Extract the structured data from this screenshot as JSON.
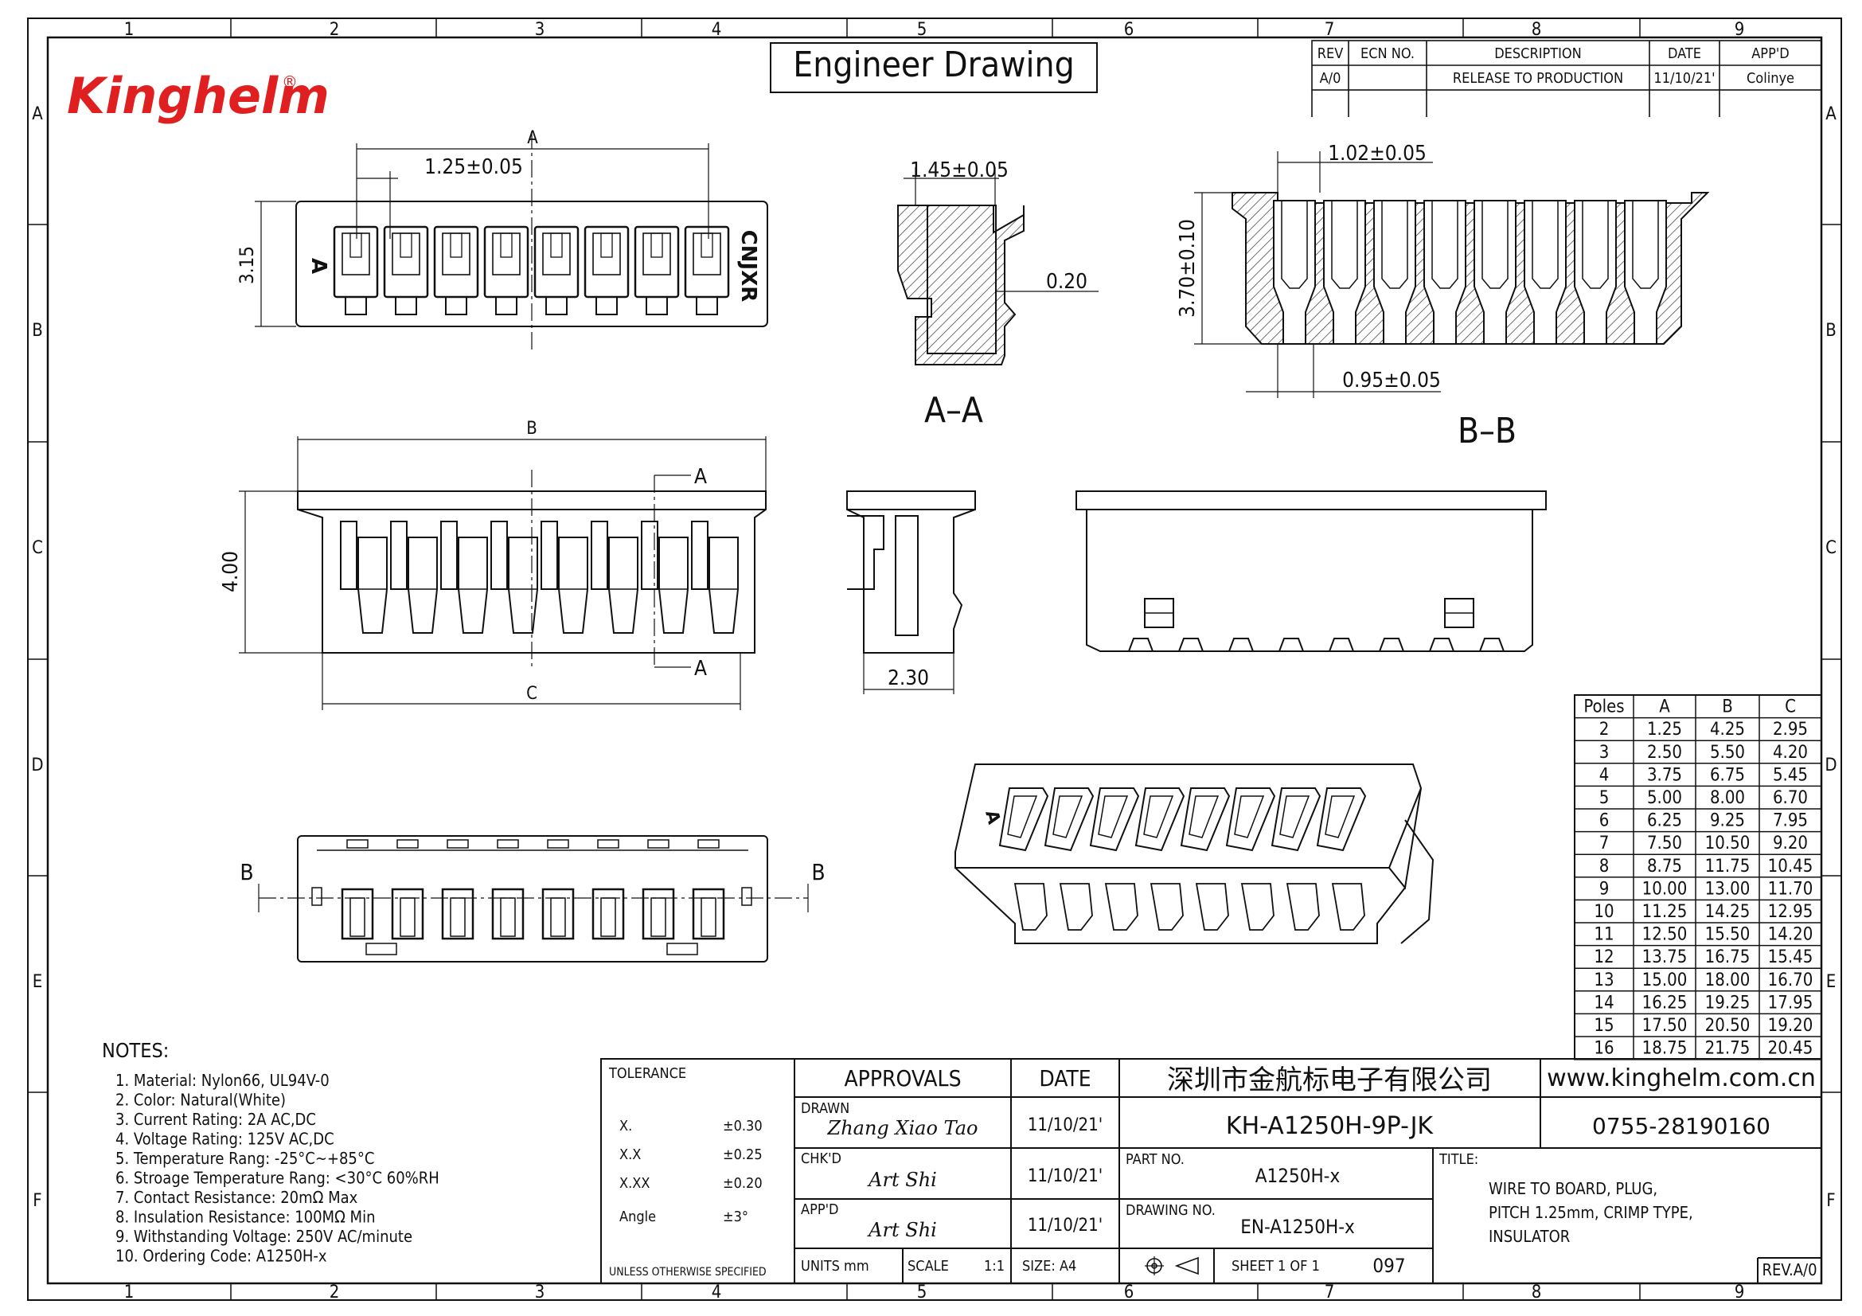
{
  "brand": {
    "logo": "Kinghelm",
    "registered": "®",
    "color": "#e02020"
  },
  "title_box": "Engineer Drawing",
  "frame": {
    "columns": [
      "1",
      "2",
      "3",
      "4",
      "5",
      "6",
      "7",
      "8",
      "9"
    ],
    "rows": [
      "A",
      "B",
      "C",
      "D",
      "E",
      "F"
    ]
  },
  "revision_block": {
    "headers": {
      "rev": "REV",
      "ecn": "ECN NO.",
      "description": "DESCRIPTION",
      "date": "DATE",
      "appd": "APP'D"
    },
    "row": {
      "rev": "A/0",
      "ecn": "",
      "description": "RELEASE TO PRODUCTION",
      "date": "11/10/21'",
      "appd": "Colinye"
    }
  },
  "dimensions": {
    "top_a": "A",
    "top_pitch": "1.25±0.05",
    "top_height": "3.15",
    "top_marking_left": "A",
    "top_marking_right": "CNJXR",
    "aa_width": "1.45±0.05",
    "aa_wall": "0.20",
    "aa_label": "A–A",
    "bb_pitch": "1.02±0.05",
    "bb_height": "3.70±0.10",
    "bb_bottom": "0.95±0.05",
    "bb_label": "B–B",
    "front_b": "B",
    "front_c": "C",
    "front_height": "4.00",
    "section_a_top": "A",
    "section_a_bottom": "A",
    "side_width": "2.30",
    "section_b_left": "B",
    "section_b_right": "B"
  },
  "pole_table": {
    "headers": [
      "Poles",
      "A",
      "B",
      "C"
    ],
    "rows": [
      [
        "2",
        "1.25",
        "4.25",
        "2.95"
      ],
      [
        "3",
        "2.50",
        "5.50",
        "4.20"
      ],
      [
        "4",
        "3.75",
        "6.75",
        "5.45"
      ],
      [
        "5",
        "5.00",
        "8.00",
        "6.70"
      ],
      [
        "6",
        "6.25",
        "9.25",
        "7.95"
      ],
      [
        "7",
        "7.50",
        "10.50",
        "9.20"
      ],
      [
        "8",
        "8.75",
        "11.75",
        "10.45"
      ],
      [
        "9",
        "10.00",
        "13.00",
        "11.70"
      ],
      [
        "10",
        "11.25",
        "14.25",
        "12.95"
      ],
      [
        "11",
        "12.50",
        "15.50",
        "14.20"
      ],
      [
        "12",
        "13.75",
        "16.75",
        "15.45"
      ],
      [
        "13",
        "15.00",
        "18.00",
        "16.70"
      ],
      [
        "14",
        "16.25",
        "19.25",
        "17.95"
      ],
      [
        "15",
        "17.50",
        "20.50",
        "19.20"
      ],
      [
        "16",
        "18.75",
        "21.75",
        "20.45"
      ]
    ]
  },
  "notes": {
    "heading": "NOTES:",
    "items": [
      "1. Material: Nylon66, UL94V-0",
      "2. Color: Natural(White)",
      "3. Current Rating: 2A AC,DC",
      "4. Voltage Rating: 125V AC,DC",
      "5. Temperature Rang: -25°C~+85°C",
      "6. Stroage Temperature Rang: <30°C 60%RH",
      "7. Contact Resistance: 20mΩ Max",
      "8. Insulation Resistance: 100MΩ Min",
      "9. Withstanding Voltage: 250V AC/minute",
      "10. Ordering Code: A1250H-x"
    ]
  },
  "title_block": {
    "tolerance_label": "TOLERANCE",
    "tolerances": [
      {
        "key": "X.",
        "value": "±0.30"
      },
      {
        "key": "X.X",
        "value": "±0.25"
      },
      {
        "key": "X.XX",
        "value": "±0.20"
      },
      {
        "key": "Angle",
        "value": "±3°"
      }
    ],
    "unless": "UNLESS OTHERWISE SPECIFIED",
    "approvals_label": "APPROVALS",
    "date_label": "DATE",
    "drawn_label": "DRAWN",
    "drawn_by": "Zhang Xiao Tao",
    "drawn_date": "11/10/21'",
    "chkd_label": "CHK'D",
    "chkd_by": "Art Shi",
    "chkd_date": "11/10/21'",
    "appd_label": "APP'D",
    "appd_by": "Art Shi",
    "appd_date": "11/10/21'",
    "company_cn": "深圳市金航标电子有限公司",
    "website": "www.kinghelm.com.cn",
    "model": "KH-A1250H-9P-JK",
    "phone": "0755-28190160",
    "part_no_label": "PART NO.",
    "part_no": "A1250H-x",
    "drawing_no_label": "DRAWING NO.",
    "drawing_no": "EN-A1250H-x",
    "title_label": "TITLE:",
    "title_lines": [
      "WIRE TO BOARD, PLUG,",
      "PITCH 1.25mm, CRIMP TYPE,",
      "INSULATOR"
    ],
    "units": "UNITS mm",
    "scale_label": "SCALE",
    "scale": "1:1",
    "size": "SIZE: A4",
    "sheet": "SHEET 1 OF 1",
    "sheet_code": "097",
    "rev": "REV.A/0"
  }
}
